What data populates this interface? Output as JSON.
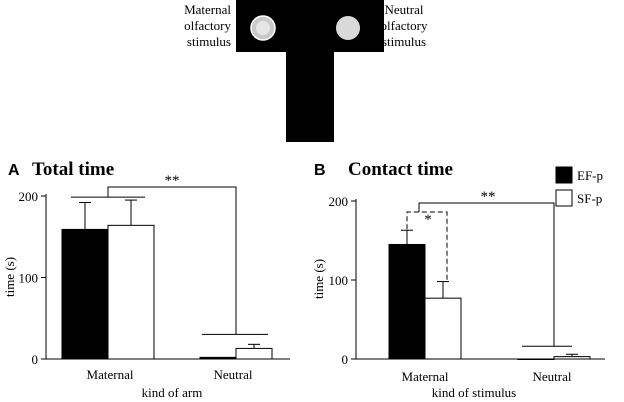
{
  "apparatus": {
    "left_label": [
      "Maternal",
      "olfactory",
      "stimulus"
    ],
    "right_label": [
      "Neutral",
      "olfactory",
      "stimulus"
    ]
  },
  "legend": {
    "items": [
      "EF-p",
      "SF-p"
    ]
  },
  "colors": {
    "ef": "#000000",
    "sf": "#ffffff",
    "stroke": "#000000"
  },
  "chart_data": [
    {
      "type": "bar",
      "letter": "A",
      "title": "Total time",
      "categories": [
        "Maternal",
        "Neutral"
      ],
      "xlabel": "kind of arm",
      "ylabel": "time (s)",
      "ylim": [
        0,
        200
      ],
      "yticks": [
        0,
        100,
        200
      ],
      "series": [
        {
          "name": "EF-p",
          "values": [
            159,
            2
          ],
          "errors": [
            33,
            0
          ]
        },
        {
          "name": "SF-p",
          "values": [
            164,
            13
          ],
          "errors": [
            31,
            5
          ]
        }
      ],
      "significance": [
        {
          "label": "**",
          "between": "Maternal vs Neutral"
        }
      ]
    },
    {
      "type": "bar",
      "letter": "B",
      "title": "Contact time",
      "categories": [
        "Maternal",
        "Neutral"
      ],
      "xlabel": "kind of stimulus",
      "ylabel": "time (s)",
      "ylim": [
        0,
        200
      ],
      "yticks": [
        0,
        100,
        200
      ],
      "series": [
        {
          "name": "EF-p",
          "values": [
            145,
            0
          ],
          "errors": [
            18,
            0
          ]
        },
        {
          "name": "SF-p",
          "values": [
            77,
            3
          ],
          "errors": [
            21,
            3
          ]
        }
      ],
      "significance": [
        {
          "label": "*",
          "between": "EF-p vs SF-p (Maternal)"
        },
        {
          "label": "**",
          "between": "Maternal vs Neutral"
        }
      ]
    }
  ]
}
